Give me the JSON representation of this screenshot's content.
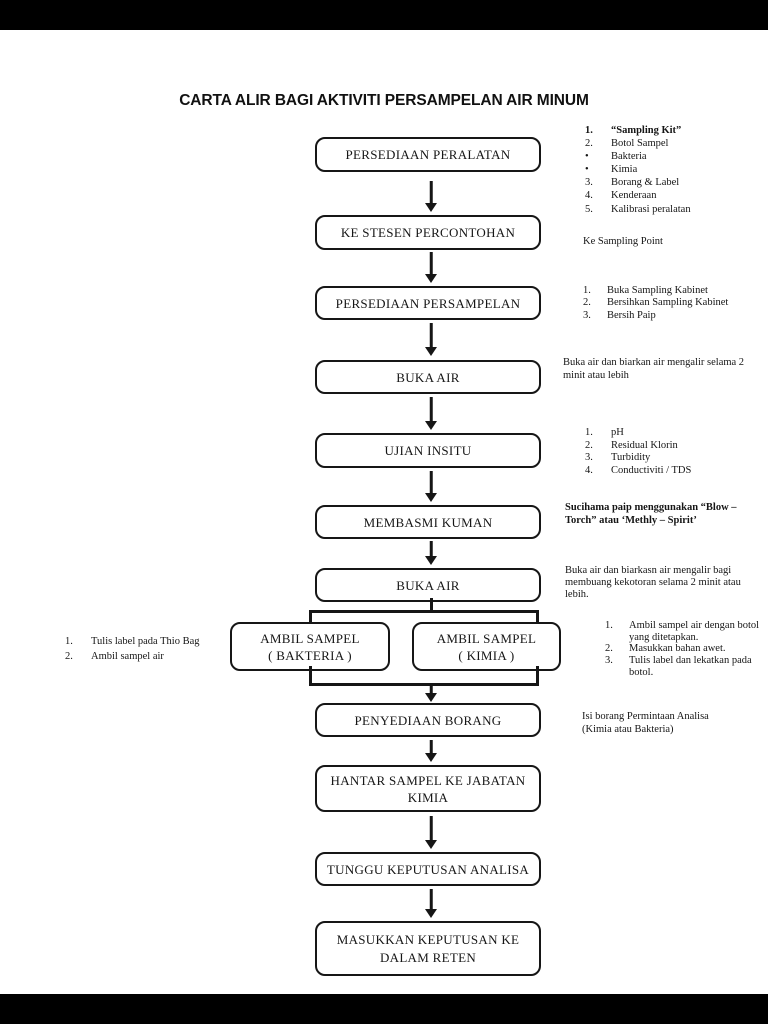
{
  "title": "CARTA ALIR BAGI AKTIVITI PERSAMPELAN AIR MINUM",
  "colors": {
    "ink": "#161616",
    "page_background": "#ffffff",
    "letterbox": "#000000"
  },
  "nodes": {
    "n1": {
      "lines": [
        "PERSEDIAAN PERALATAN"
      ]
    },
    "n2": {
      "lines": [
        "KE STESEN PERCONTOHAN"
      ]
    },
    "n3": {
      "lines": [
        "PERSEDIAAN PERSAMPELAN"
      ]
    },
    "n4": {
      "lines": [
        "BUKA AIR"
      ]
    },
    "n5": {
      "lines": [
        "UJIAN INSITU"
      ]
    },
    "n6": {
      "lines": [
        "MEMBASMI KUMAN"
      ]
    },
    "n7": {
      "lines": [
        "BUKA AIR"
      ]
    },
    "n8a": {
      "lines": [
        "AMBIL SAMPEL",
        "( BAKTERIA )"
      ]
    },
    "n8b": {
      "lines": [
        "AMBIL SAMPEL",
        "( KIMIA )"
      ]
    },
    "n9": {
      "lines": [
        "PENYEDIAAN BORANG"
      ]
    },
    "n10": {
      "lines": [
        "HANTAR SAMPEL KE JABATAN",
        "KIMIA"
      ]
    },
    "n11": {
      "lines": [
        "TUNGGU KEPUTUSAN ANALISA"
      ]
    },
    "n12": {
      "lines": [
        "MASUKKAN KEPUTUSAN KE",
        "DALAM RETEN"
      ]
    }
  },
  "annotations": {
    "equipment": {
      "items": [
        {
          "m": "1.",
          "t": "“Sampling Kit”"
        },
        {
          "m": "2.",
          "t": "Botol Sampel"
        },
        {
          "m": "•",
          "t": "Bakteria"
        },
        {
          "m": "•",
          "t": "Kimia"
        },
        {
          "m": "3.",
          "t": "Borang & Label"
        },
        {
          "m": "4.",
          "t": "Kenderaan"
        },
        {
          "m": "5.",
          "t": "Kalibrasi peralatan"
        }
      ]
    },
    "station": {
      "lines": [
        "Ke Sampling Point"
      ]
    },
    "prep": {
      "items": [
        {
          "m": "1.",
          "t": "Buka Sampling Kabinet"
        },
        {
          "m": "2.",
          "t": "Bersihkan Sampling Kabinet"
        },
        {
          "m": "3.",
          "t": "Bersih Paip"
        }
      ]
    },
    "open_water_1": {
      "lines": [
        "Buka air dan biarkan air mengalir selama 2",
        "minit atau lebih"
      ]
    },
    "insitu": {
      "items": [
        {
          "m": "1.",
          "t": "pH"
        },
        {
          "m": "2.",
          "t": "Residual Klorin"
        },
        {
          "m": "3.",
          "t": "Turbidity"
        },
        {
          "m": "4.",
          "t": "Conductiviti / TDS"
        }
      ]
    },
    "disinfect": {
      "lines": [
        "Sucihama paip menggunakan “Blow –",
        "Torch” atau ‘Methly – Spirit’"
      ]
    },
    "open_water_2": {
      "lines": [
        "Buka air dan biarkasn air mengalir bagi",
        "membuang kekotoran selama 2 minit atau",
        "lebih."
      ]
    },
    "sample_right": {
      "items": [
        {
          "m": "1.",
          "t": "Ambil sampel air dengan botol yang ditetapkan."
        },
        {
          "m": "2.",
          "t": "Masukkan bahan awet."
        },
        {
          "m": "3.",
          "t": "Tulis label dan lekatkan pada botol."
        }
      ]
    },
    "sample_left": {
      "items": [
        {
          "m": "1.",
          "t": "Tulis label pada Thio Bag"
        },
        {
          "m": "2.",
          "t": "Ambil sampel air"
        }
      ]
    },
    "form": {
      "lines": [
        "Isi borang Permintaan Analisa",
        "(Kimia atau Bakteria)"
      ]
    }
  }
}
